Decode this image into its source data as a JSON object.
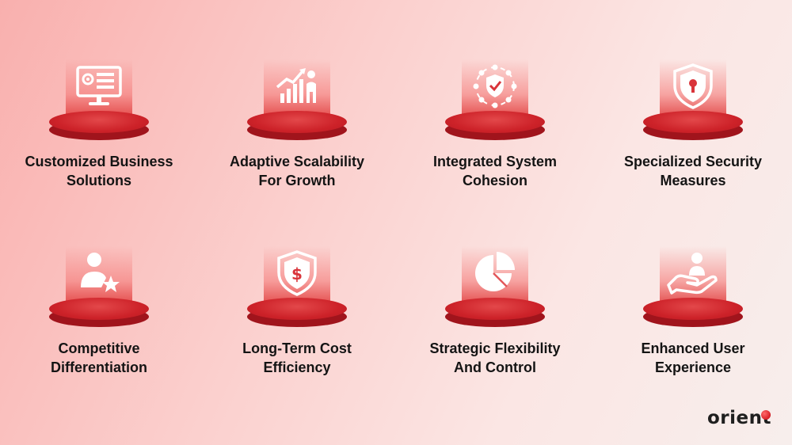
{
  "items": [
    {
      "icon": "computer-settings-icon",
      "line1": "Customized Business",
      "line2": "Solutions"
    },
    {
      "icon": "growth-chart-icon",
      "line1": "Adaptive Scalability",
      "line2": "For Growth"
    },
    {
      "icon": "shield-network-icon",
      "line1": "Integrated System",
      "line2": "Cohesion"
    },
    {
      "icon": "shield-lock-icon",
      "line1": "Specialized Security",
      "line2": "Measures"
    },
    {
      "icon": "user-star-icon",
      "line1": "Competitive",
      "line2": "Differentiation"
    },
    {
      "icon": "shield-dollar-icon",
      "line1": "Long-Term Cost",
      "line2": "Efficiency"
    },
    {
      "icon": "pie-chart-icon",
      "line1": "Strategic Flexibility",
      "line2": "And Control"
    },
    {
      "icon": "hand-user-icon",
      "line1": "Enhanced User",
      "line2": "Experience"
    }
  ],
  "brand": {
    "name": "orient"
  },
  "colors": {
    "accent": "#cd2229",
    "accent_dark": "#a0141c",
    "text": "#141414"
  }
}
